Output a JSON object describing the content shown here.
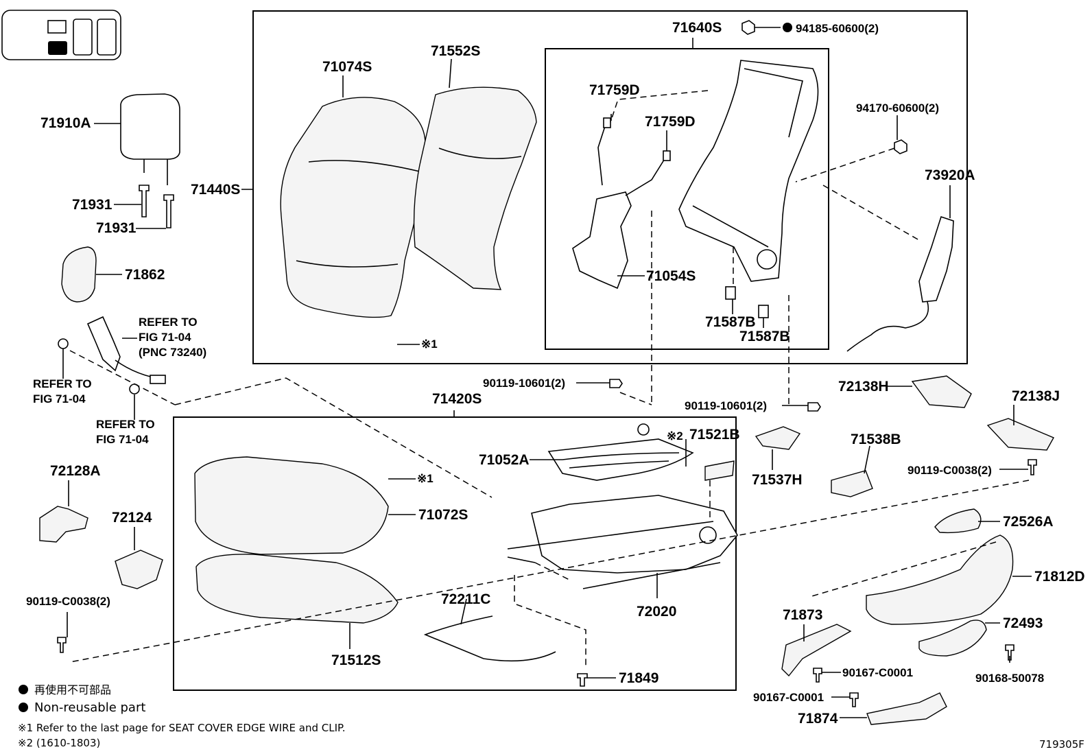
{
  "labels": {
    "p71640S": "71640S",
    "p94185": "94185-60600(2)",
    "p71074S": "71074S",
    "p71552S": "71552S",
    "p71759D_a": "71759D",
    "p71759D_b": "71759D",
    "p94170": "94170-60600(2)",
    "p73920A": "73920A",
    "p71910A": "71910A",
    "p71931_a": "71931",
    "p71931_b": "71931",
    "p71440S": "71440S",
    "p71862": "71862",
    "p71054S": "71054S",
    "p71587B_a": "71587B",
    "p71587B_b": "71587B",
    "refer1_l1": "REFER TO",
    "refer1_l2": "FIG 71-04",
    "refer1_l3": "(PNC 73240)",
    "refer2_l1": "REFER TO",
    "refer2_l2": "FIG 71-04",
    "refer3_l1": "REFER TO",
    "refer3_l2": "FIG 71-04",
    "note1_marker": "※1",
    "p71420S": "71420S",
    "p90119_10601_a": "90119-10601(2)",
    "p90119_10601_b": "90119-10601(2)",
    "p72138H": "72138H",
    "p72138J": "72138J",
    "note2_marker": "※2",
    "p71521B": "71521B",
    "p71052A": "71052A",
    "p71537H": "71537H",
    "p71538B": "71538B",
    "p90119_C0038_a": "90119-C0038(2)",
    "p72128A": "72128A",
    "note1_marker_b": "※1",
    "p72124": "72124",
    "p71072S": "71072S",
    "p72526A": "72526A",
    "p71812D": "71812D",
    "p90119_C0038_b": "90119-C0038(2)",
    "p72211C": "72211C",
    "p72020": "72020",
    "p71873": "71873",
    "p72493": "72493",
    "p71512S": "71512S",
    "p90167_a": "90167-C0001",
    "p90168": "90168-50078",
    "p71849": "71849",
    "p90167_b": "90167-C0001",
    "p71874": "71874"
  },
  "legend": {
    "item_jp": "再使用不可部品",
    "item_en": "Non-reusable part",
    "note1": "※1  Refer to the last page for SEAT COVER EDGE WIRE and CLIP.",
    "note2": "※2 (1610-1803)"
  },
  "figure_code": "719305F"
}
